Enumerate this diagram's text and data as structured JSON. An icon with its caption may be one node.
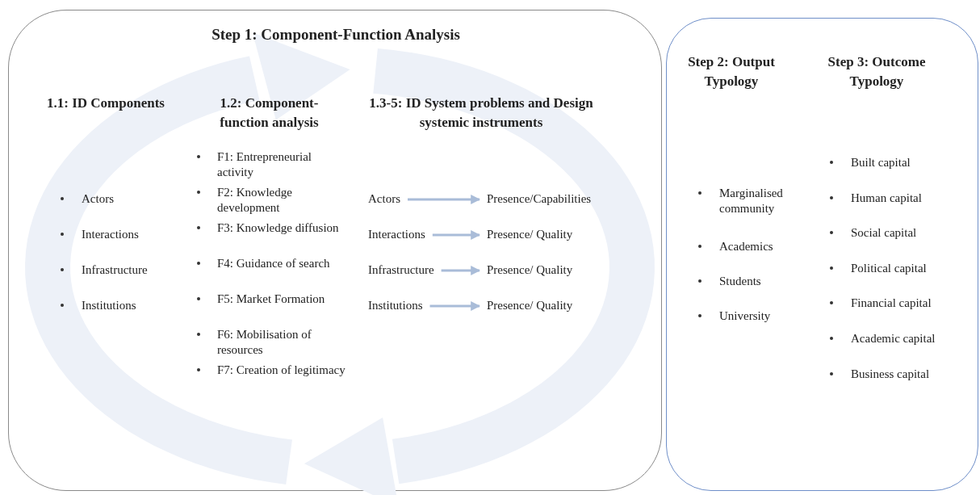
{
  "diagram": {
    "nodes": [
      {
        "text": [
          "Step 1: Component-Function Analysis",
          "1.1: ID Components",
          "Actors",
          "Interactions",
          "Infrastructure",
          "Institutions",
          "1.2: Component-function analysis",
          "F1: Entrepreneurial activity",
          "F2: Knowledge development",
          "F3: Knowledge diffusion",
          "F4: Guidance of search",
          "F5: Market Formation",
          "F6: Mobilisation of resources",
          "F7: Creation of legitimacy",
          "1.3-5: ID System problems and Design systemic instruments"
        ]
      },
      {
        "text": [
          "Actors"
        ],
        "in": 0
      },
      {
        "text": [
          "Presence/Capabilities"
        ],
        "in": 0
      },
      {
        "text": [
          "Interactions"
        ],
        "in": 0
      },
      {
        "text": [
          "Presence/ Quality"
        ],
        "in": 0
      },
      {
        "text": [
          "Infrastructure"
        ],
        "in": 0
      },
      {
        "text": [
          "Presence/ Quality"
        ],
        "in": 0
      },
      {
        "text": [
          "Institutions"
        ],
        "in": 0
      },
      {
        "text": [
          "Presence/ Quality"
        ],
        "in": 0
      },
      {
        "text": [
          "Step 2: Output Typology",
          "Marginalised community",
          "Academics",
          "Students",
          "University",
          "Step 3: Outcome Typology",
          "Built capital",
          "Human capital",
          "Social capital",
          "Political capital",
          "Financial capital",
          "Academic capital",
          "Business capital"
        ]
      }
    ],
    "edges": [
      {
        "from": 1,
        "to": 2,
        "arrow": "to"
      },
      {
        "from": 3,
        "to": 4,
        "arrow": "to"
      },
      {
        "from": 5,
        "to": 6,
        "arrow": "to"
      },
      {
        "from": 7,
        "to": 8,
        "arrow": "to"
      }
    ]
  }
}
